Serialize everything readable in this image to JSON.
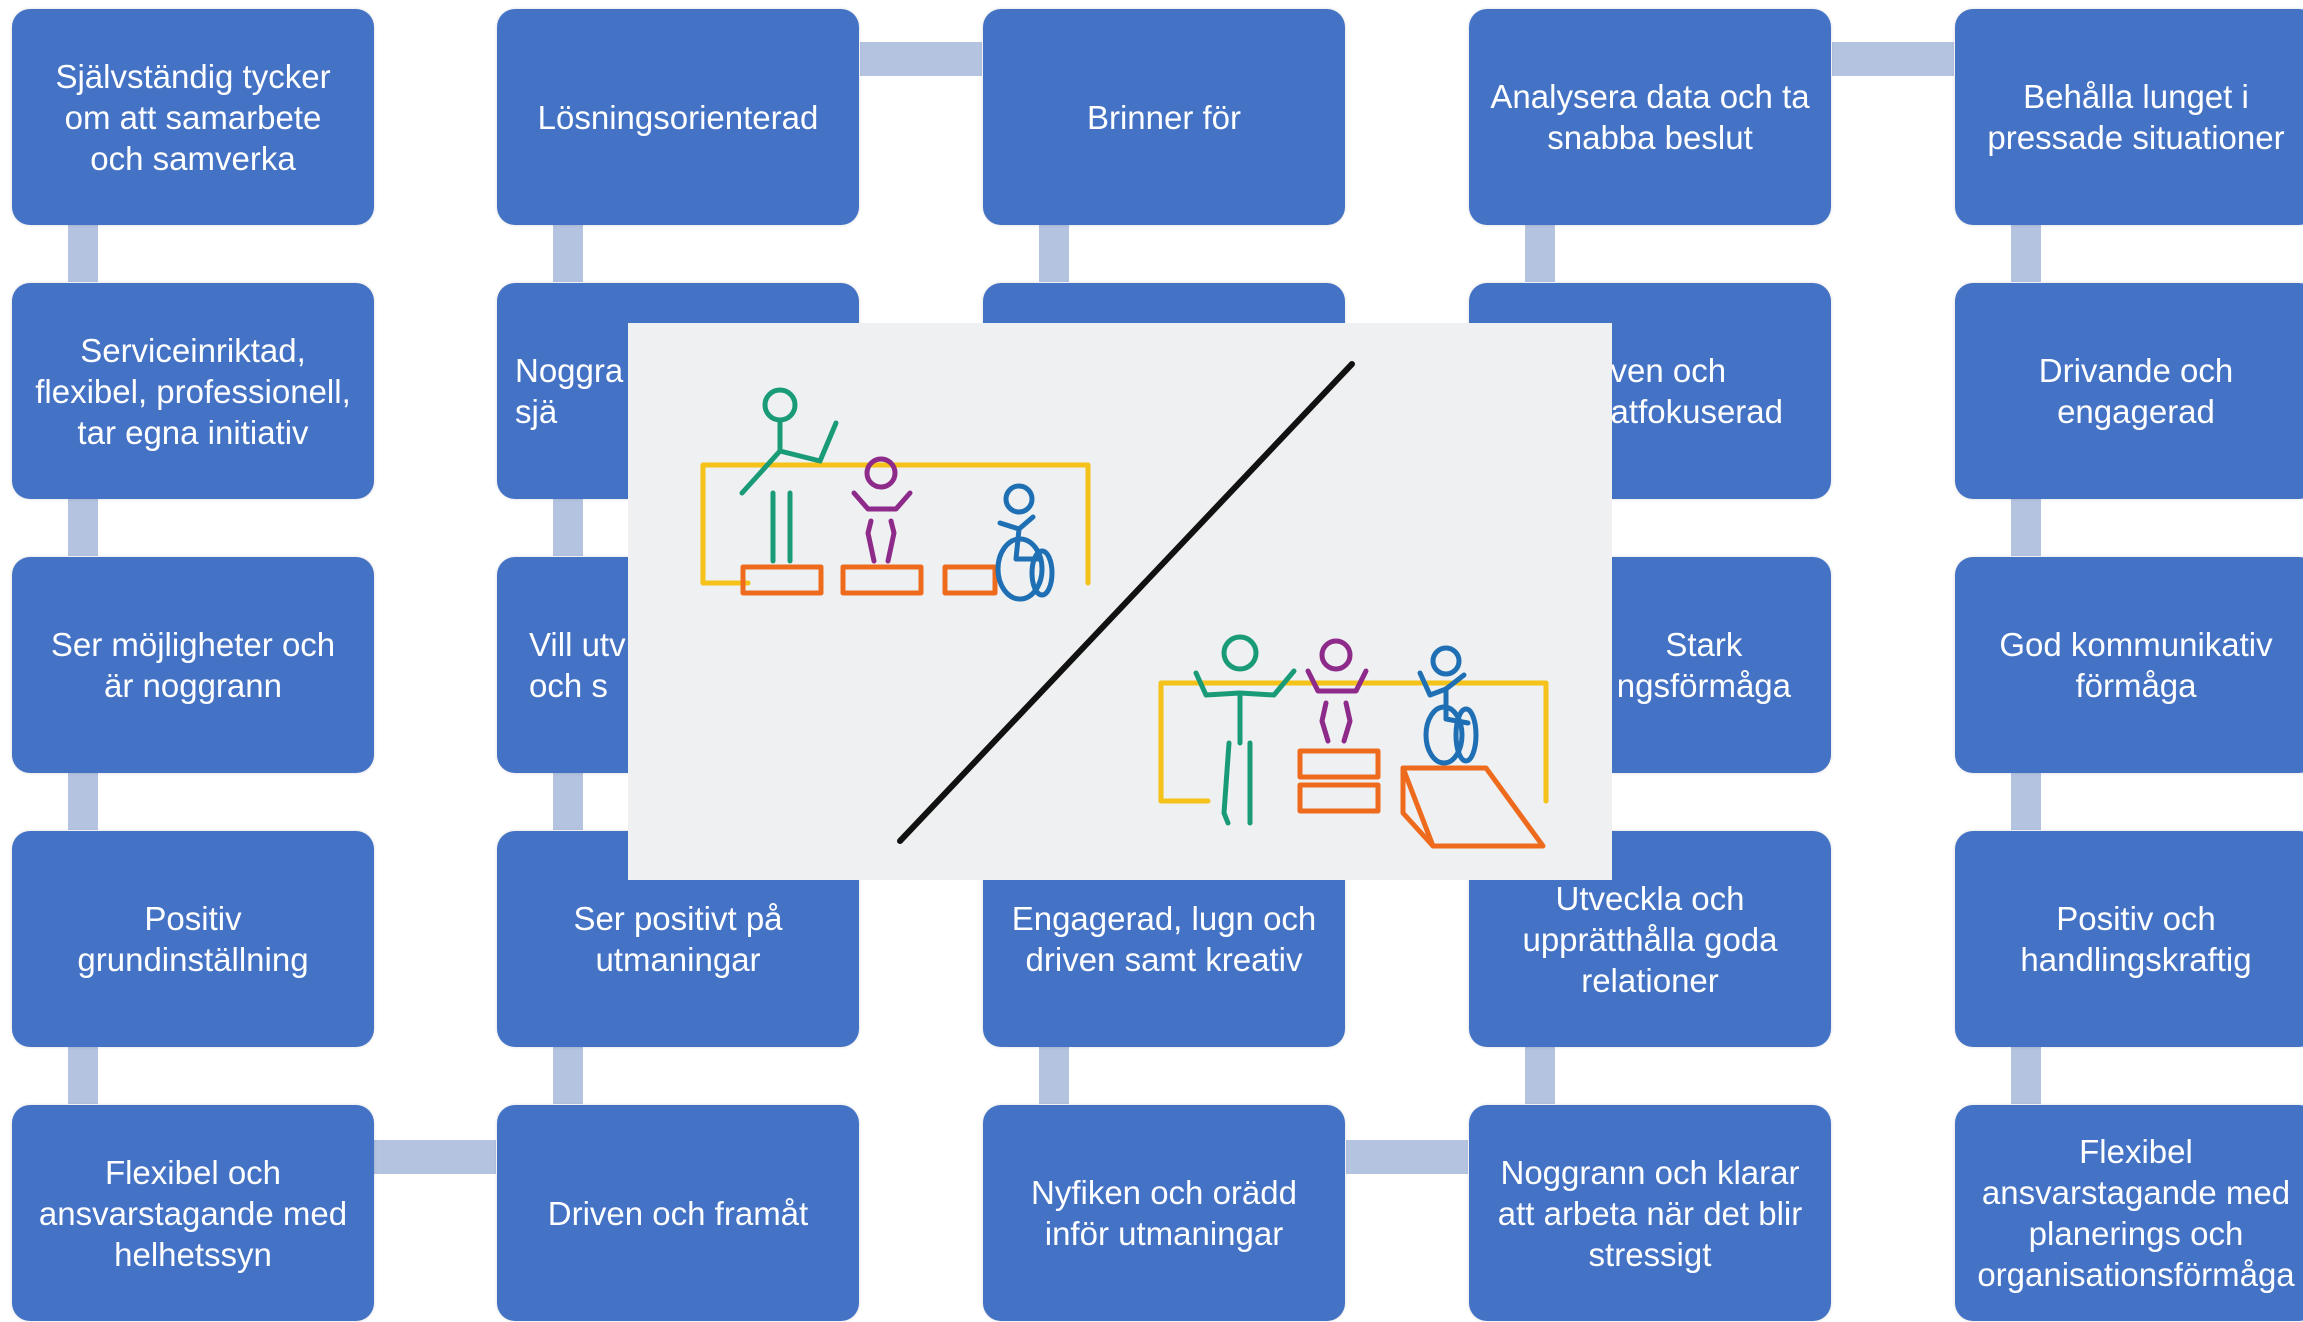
{
  "columns": [
    {
      "boxes": [
        "Självständig tycker\nom att samarbete\noch samverka",
        "Serviceinriktad,\nflexibel, professionell,\ntar egna initiativ",
        "Ser möjligheter och\när noggrann",
        "Positiv\ngrundinställning",
        "Flexibel och\nansvarstagande med\nhelhetssyn"
      ]
    },
    {
      "boxes": [
        "Lösningsorienterad",
        "Noggra\nsjä",
        "Vill utv\noch s",
        "Ser positivt på\nutmaningar",
        "Driven och framåt"
      ]
    },
    {
      "boxes": [
        "Brinner för",
        "",
        "",
        "Engagerad, lugn och\ndriven samt kreativ",
        "Nyfiken och orädd\ninför utmaningar"
      ]
    },
    {
      "boxes": [
        "Analysera data och ta\nsnabba beslut",
        "ven och\natfokuserad",
        "Stark\nngsförmåga",
        "Utveckla och\nupprätthålla goda\nrelationer",
        "Noggrann och klarar\natt arbeta när det blir\nstressigt"
      ]
    },
    {
      "boxes": [
        "Behålla lunget i\npressade situationer",
        "Drivande och\nengagerad",
        "God kommunikativ\nförmåga",
        "Positiv och\nhandlingskraftig",
        "Flexibel\nansvarstagande med\nplanerings och\norganisationsförmåga"
      ]
    }
  ],
  "colors": {
    "box_fill": "#4472c4",
    "connector": "#b4c4e0",
    "panel_background": "#eef0f1",
    "figure_green": "#1a9b78",
    "figure_purple": "#8e2a8a",
    "figure_blue": "#1f6fb5",
    "frame_yellow": "#f4c218",
    "box_orange": "#ee6b1e"
  },
  "illustration": {
    "name": "equality-vs-equity-illustration"
  }
}
